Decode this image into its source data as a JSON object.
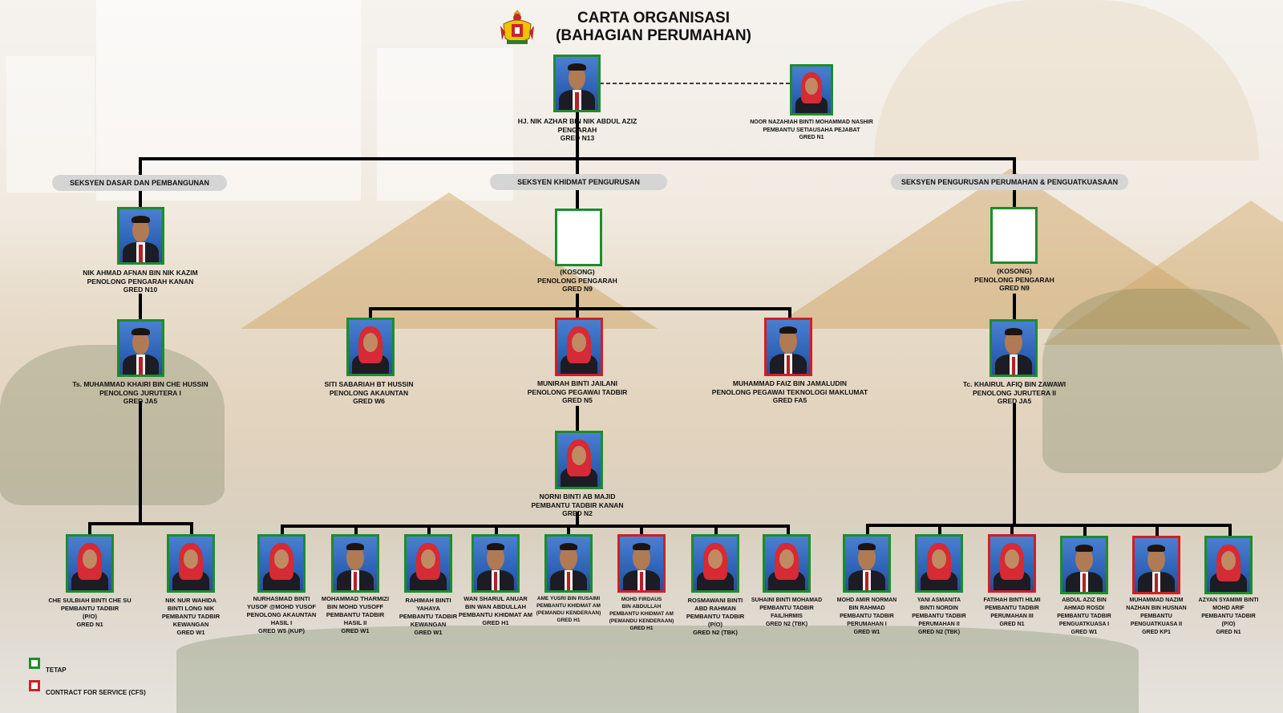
{
  "header": {
    "title_line1": "CARTA ORGANISASI",
    "title_line2": "(BAHAGIAN PERUMAHAN)",
    "crest_icon": "state-crest-icon"
  },
  "colors": {
    "tetap": "#1e8c2c",
    "cfs": "#d01f27",
    "photo_bg": "#2f63b7"
  },
  "sections": {
    "dasar": "SEKSYEN DASAR DAN PEMBANGUNAN",
    "khidmat": "SEKSYEN KHIDMAT PENGURUSAN",
    "pengurusan": "SEKSYEN PENGURUSAN PERUMAHAN & PENGUATKUASAAN"
  },
  "people": {
    "director": [
      "HJ. NIK AZHAR BIN NIK ABDUL AZIZ",
      "PENGARAH",
      "GRED N13"
    ],
    "secretary": [
      "NOOR NAZAHIAH BINTI MOHAMMAD NASHIR",
      "PEMBANTU SETIAUSAHA PEJABAT",
      "GRED N1"
    ],
    "dasar_head": [
      "NIK AHMAD AFNAN BIN NIK KAZIM",
      "PENOLONG PENGARAH KANAN",
      "GRED N10"
    ],
    "khidmat_head": [
      "(KOSONG)",
      "PENOLONG PENGARAH",
      "GRED N9"
    ],
    "pengurusan_head": [
      "(KOSONG)",
      "PENOLONG PENGARAH",
      "GRED N9"
    ],
    "khairi": [
      "Ts. MUHAMMAD KHAIRI BIN CHE HUSSIN",
      "PENOLONG JURUTERA I",
      "GRED JA5"
    ],
    "sabariah": [
      "SITI SABARIAH BT HUSSIN",
      "PENOLONG AKAUNTAN",
      "GRED W6"
    ],
    "munirah": [
      "MUNIRAH BINTI JAILANI",
      "PENOLONG PEGAWAI TADBIR",
      "GRED N5"
    ],
    "faiz": [
      "MUHAMMAD FAIZ BIN JAMALUDIN",
      "PENOLONG PEGAWAI TEKNOLOGI MAKLUMAT",
      "GRED FA5"
    ],
    "afiq": [
      "Tc. KHAIRUL AFIQ BIN ZAWAWI",
      "PENOLONG JURUTERA II",
      "GRED JA5"
    ],
    "norni": [
      "NORNI BINTI AB MAJID",
      "PEMBANTU TADBIR KANAN",
      "GRED N2"
    ],
    "sulbiah": [
      "CHE SULBIAH BINTI CHE SU",
      "PEMBANTU TADBIR",
      "(P/O)",
      "GRED N1"
    ],
    "wahida": [
      "NIK NUR WAHIDA",
      "BINTI LONG NIK",
      "PEMBANTU TADBIR",
      "KEWANGAN",
      "GRED W1"
    ],
    "nurhasmad": [
      "NURHASMAD BINTI",
      "YUSOF @MOHD YUSOF",
      "PENOLONG AKAUNTAN",
      "HASIL I",
      "GRED W5 (KUP)"
    ],
    "tharmizi": [
      "MOHAMMAD THARMIZI",
      "BIN MOHD YUSOFF",
      "PEMBANTU TADBIR",
      "HASIL II",
      "GRED W1"
    ],
    "rahimah": [
      "RAHIMAH BINTI",
      "YAHAYA",
      "PEMBANTU TADBIR",
      "KEWANGAN",
      "GRED W1"
    ],
    "sharul": [
      "WAN SHARUL ANUAR",
      "BIN WAN ABDULLAH",
      "PEMBANTU KHIDMAT AM",
      "GRED H1"
    ],
    "ame": [
      "AME YUSRI BIN RUSAIMI",
      "PEMBANTU KHIDMAT AM",
      "(PEMANDU KENDERAAN)",
      "GRED H1"
    ],
    "firdaus": [
      "MOHD FIRDAUS",
      "BIN ABDULLAH",
      "PEMBANTU KHIDMAT AM",
      "(PEMANDU KENDERAAN)",
      "GRED H1"
    ],
    "rosmawani": [
      "ROSMAWANI BINTI",
      "ABD RAHMAN",
      "PEMBANTU TADBIR",
      "(P/O)",
      "GRED N2 (TBK)"
    ],
    "suhaini": [
      "SUHAINI BINTI MOHAMAD",
      "PEMBANTU TADBIR",
      "FAIL/HRMIS",
      "GRED N2 (TBK)"
    ],
    "amir": [
      "MOHD AMIR NORMAN",
      "BIN RAHMAD",
      "PEMBANTU TADBIR",
      "PERUMAHAN I",
      "GRED W1"
    ],
    "yani": [
      "YANI ASMANITA",
      "BINTI NORDIN",
      "PEMBANTU TADBIR",
      "PERUMAHAN II",
      "GRED N2 (TBK)"
    ],
    "fatihah": [
      "FATIHAH BINTI HILMI",
      "PEMBANTU TADBIR",
      "PERUMAHAN III",
      "GRED N1"
    ],
    "aziz": [
      "ABDUL AZIZ BIN",
      "AHMAD ROSDI",
      "PEMBANTU TADBIR",
      "PENGUATKUASA I",
      "GRED W1"
    ],
    "nazim": [
      "MUHAMMAD NAZIM",
      "NAZHAN BIN HUSNAN",
      "PEMBANTU",
      "PENGUATKUASA II",
      "GRED KP1"
    ],
    "azyan": [
      "AZYAN SYAMIMI BINTI",
      "MOHD ARIF",
      "PEMBANTU TADBIR",
      "(P/O)",
      "GRED N1"
    ]
  },
  "legend": {
    "tetap": "TETAP",
    "cfs": "CONTRACT FOR SERVICE (CFS)"
  }
}
